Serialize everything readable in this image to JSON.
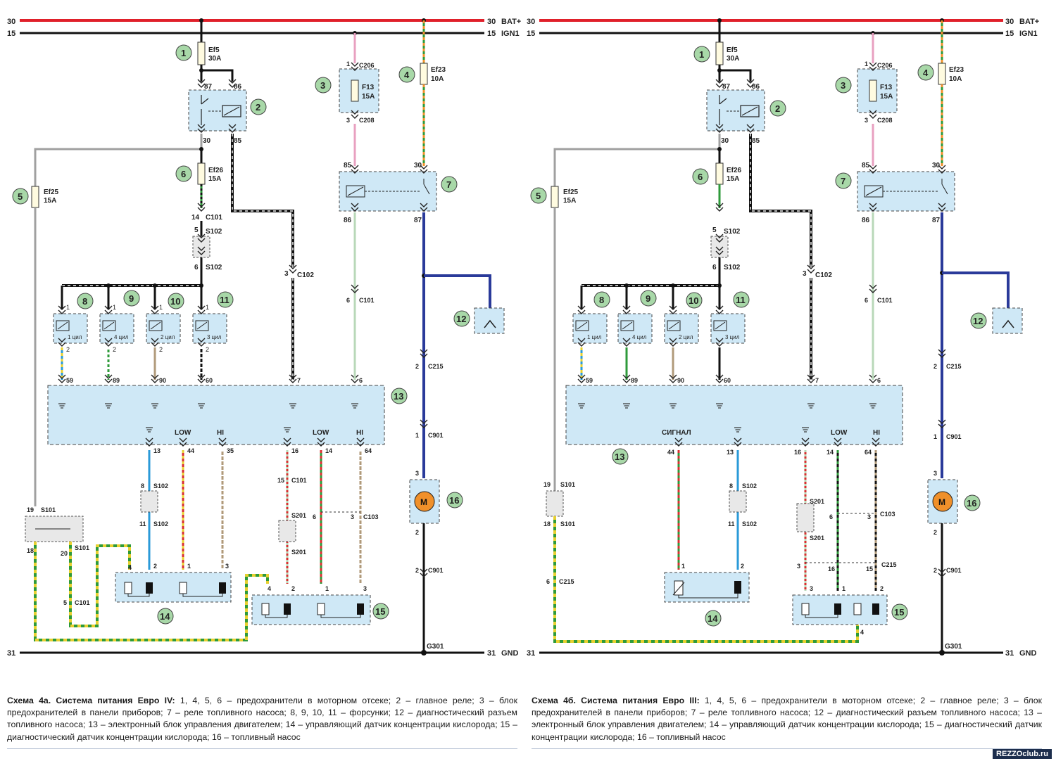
{
  "rails": {
    "bat_left": "30",
    "bat_right": "30",
    "bat_name": "BAT+",
    "ign_left": "15",
    "ign_right": "15",
    "ign_name": "IGN1",
    "gnd_left": "31",
    "gnd_right": "31",
    "gnd_name": "GND"
  },
  "labels": {
    "fuse_ef5": "Ef5",
    "fuse_ef5_rating": "30A",
    "fuse_ef23": "Ef23",
    "fuse_ef23_rating": "10A",
    "fuse_ef26": "Ef26",
    "fuse_ef26_rating": "15A",
    "fuse_ef25": "Ef25",
    "fuse_ef25_rating": "15A",
    "fuse_f13": "F13",
    "fuse_f13_rating": "15A",
    "conn_c206": "C206",
    "conn_c208": "C208",
    "conn_c101": "C101",
    "conn_s102": "S102",
    "conn_c102": "C102",
    "conn_c215": "C215",
    "conn_c901": "C901",
    "conn_s101": "S101",
    "conn_s201": "S201",
    "conn_c103": "C103",
    "ground_g301": "G301",
    "motor": "M",
    "low": "LOW",
    "hi": "HI",
    "signal": "СИГНАЛ",
    "cyl_1": "1 цил",
    "cyl_4": "4 цил",
    "cyl_2": "2 цил",
    "cyl_3": "3 цил"
  },
  "captions": {
    "left_title": "Схема 4а. Система питания Евро IV:",
    "left_text": " 1, 4, 5, 6 – предохранители в моторном отсеке; 2 – главное реле; 3 – блок предохранителей в панели приборов; 7 – реле топливного насоса; 8, 9, 10, 11 – форсунки; 12 – диагностический разъем топливного насоса; 13 – электронный блок управления двигателем; 14 – управляющий датчик концентрации кислорода; 15 – диагностический датчик концентрации кислорода; 16 – топливный насос",
    "right_title": "Схема 4б. Система питания Евро III:",
    "right_text": " 1, 4, 5, 6 – предохранители в моторном отсеке; 2 – главное реле; 3 – блок предохранителей в панели приборов; 7 – реле топливного насоса; 12 – диагностический разъем топливного насоса; 13 – электронный блок управления двигателем; 14 – управляющий датчик концентрации кислорода; 15 – диагностический датчик концентрации кислорода; 16 – топливный насос"
  },
  "watermark": "REZZOclub.ru",
  "colors": {
    "bat_rail": "#e0202a",
    "ign_rail": "#111111",
    "gnd_rail": "#111111",
    "module_fill": "#cfe8f6",
    "module_border": "#4a4a4a",
    "callout_fill": "#a8d8a8",
    "pink_wire": "#e8a0c0",
    "orange_wire": "#f0902a",
    "green_wire": "#2e9a3a",
    "grey_wire": "#a0a0a0",
    "light_green_wire": "#b8d8b8",
    "blue_wire": "#2a3a9a",
    "light_blue_wire": "#2a9ad8",
    "red_wire": "#d83030",
    "brown_wire": "#b09a7a",
    "yellow_wire": "#e8d030",
    "black_wire": "#111111"
  }
}
